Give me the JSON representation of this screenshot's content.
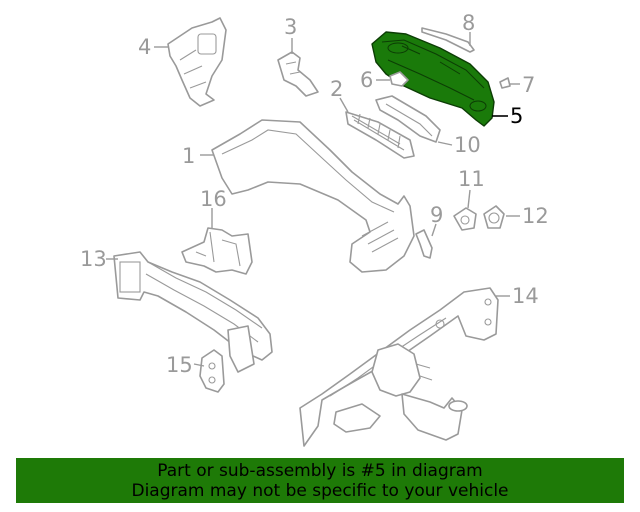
{
  "diagram": {
    "callouts": {
      "c1": "1",
      "c2": "2",
      "c3": "3",
      "c4": "4",
      "c5": "5",
      "c6": "6",
      "c7": "7",
      "c8": "8",
      "c9": "9",
      "c10": "10",
      "c11": "11",
      "c12": "12",
      "c13": "13",
      "c14": "14",
      "c15": "15",
      "c16": "16"
    },
    "highlighted_part": "5",
    "colors": {
      "highlight": "#1a7a0a",
      "banner": "#1e7a07",
      "line": "#9a9a9a"
    }
  },
  "banner": {
    "line1": "Part or sub-assembly is #5 in diagram",
    "line2": "Diagram may not be specific to your vehicle"
  }
}
